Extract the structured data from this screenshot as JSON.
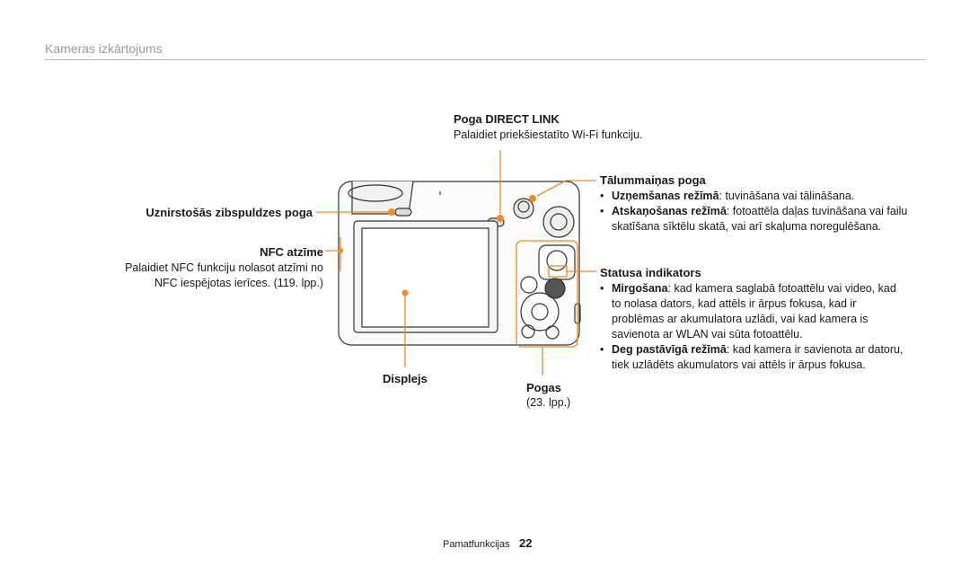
{
  "header": {
    "title": "Kameras izkārtojums"
  },
  "direct_link": {
    "title": "Poga DIRECT LINK",
    "desc": "Palaidiet priekšiestatīto Wi-Fi funkciju."
  },
  "zoom": {
    "title": "Tālummaiņas poga",
    "items": [
      {
        "term": "Uzņemšanas režīmā",
        "text": ": tuvināšana vai tālināšana."
      },
      {
        "term": "Atskaņošanas režīmā",
        "text": ": fotoattēla daļas tuvināšana vai failu skatīšana sīktēlu skatā, vai arī skaļuma noregulēšana."
      }
    ]
  },
  "flash": {
    "title": "Uznirstošās zibspuldzes poga"
  },
  "nfc": {
    "title": "NFC atzīme",
    "desc_line1": "Palaidiet NFC funkciju nolasot atzīmi no",
    "desc_line2": "NFC iespējotas ierīces. (119. lpp.)"
  },
  "status": {
    "title": "Statusa indikators",
    "items": [
      {
        "term": "Mirgošana",
        "text": ": kad kamera saglabā fotoattēlu vai video, kad to nolasa dators, kad attēls ir ārpus fokusa, kad ir problēmas ar akumulatora uzlādi, vai kad kamera is savienota ar WLAN vai sūta fotoattēlu."
      },
      {
        "term": "Deg pastāvīgā režīmā",
        "text": ": kad kamera ir savienota ar datoru, tiek uzlādēts akumulators vai attēls ir ārpus fokusa."
      }
    ]
  },
  "display": {
    "title": "Displejs"
  },
  "buttons": {
    "title": "Pogas",
    "ref": "(23. lpp.)"
  },
  "footer": {
    "section": "Pamatfunkcijas",
    "page": "22"
  },
  "colors": {
    "accent": "#f08a24",
    "text": "#1a1a1a",
    "header": "#9a9a9a"
  }
}
